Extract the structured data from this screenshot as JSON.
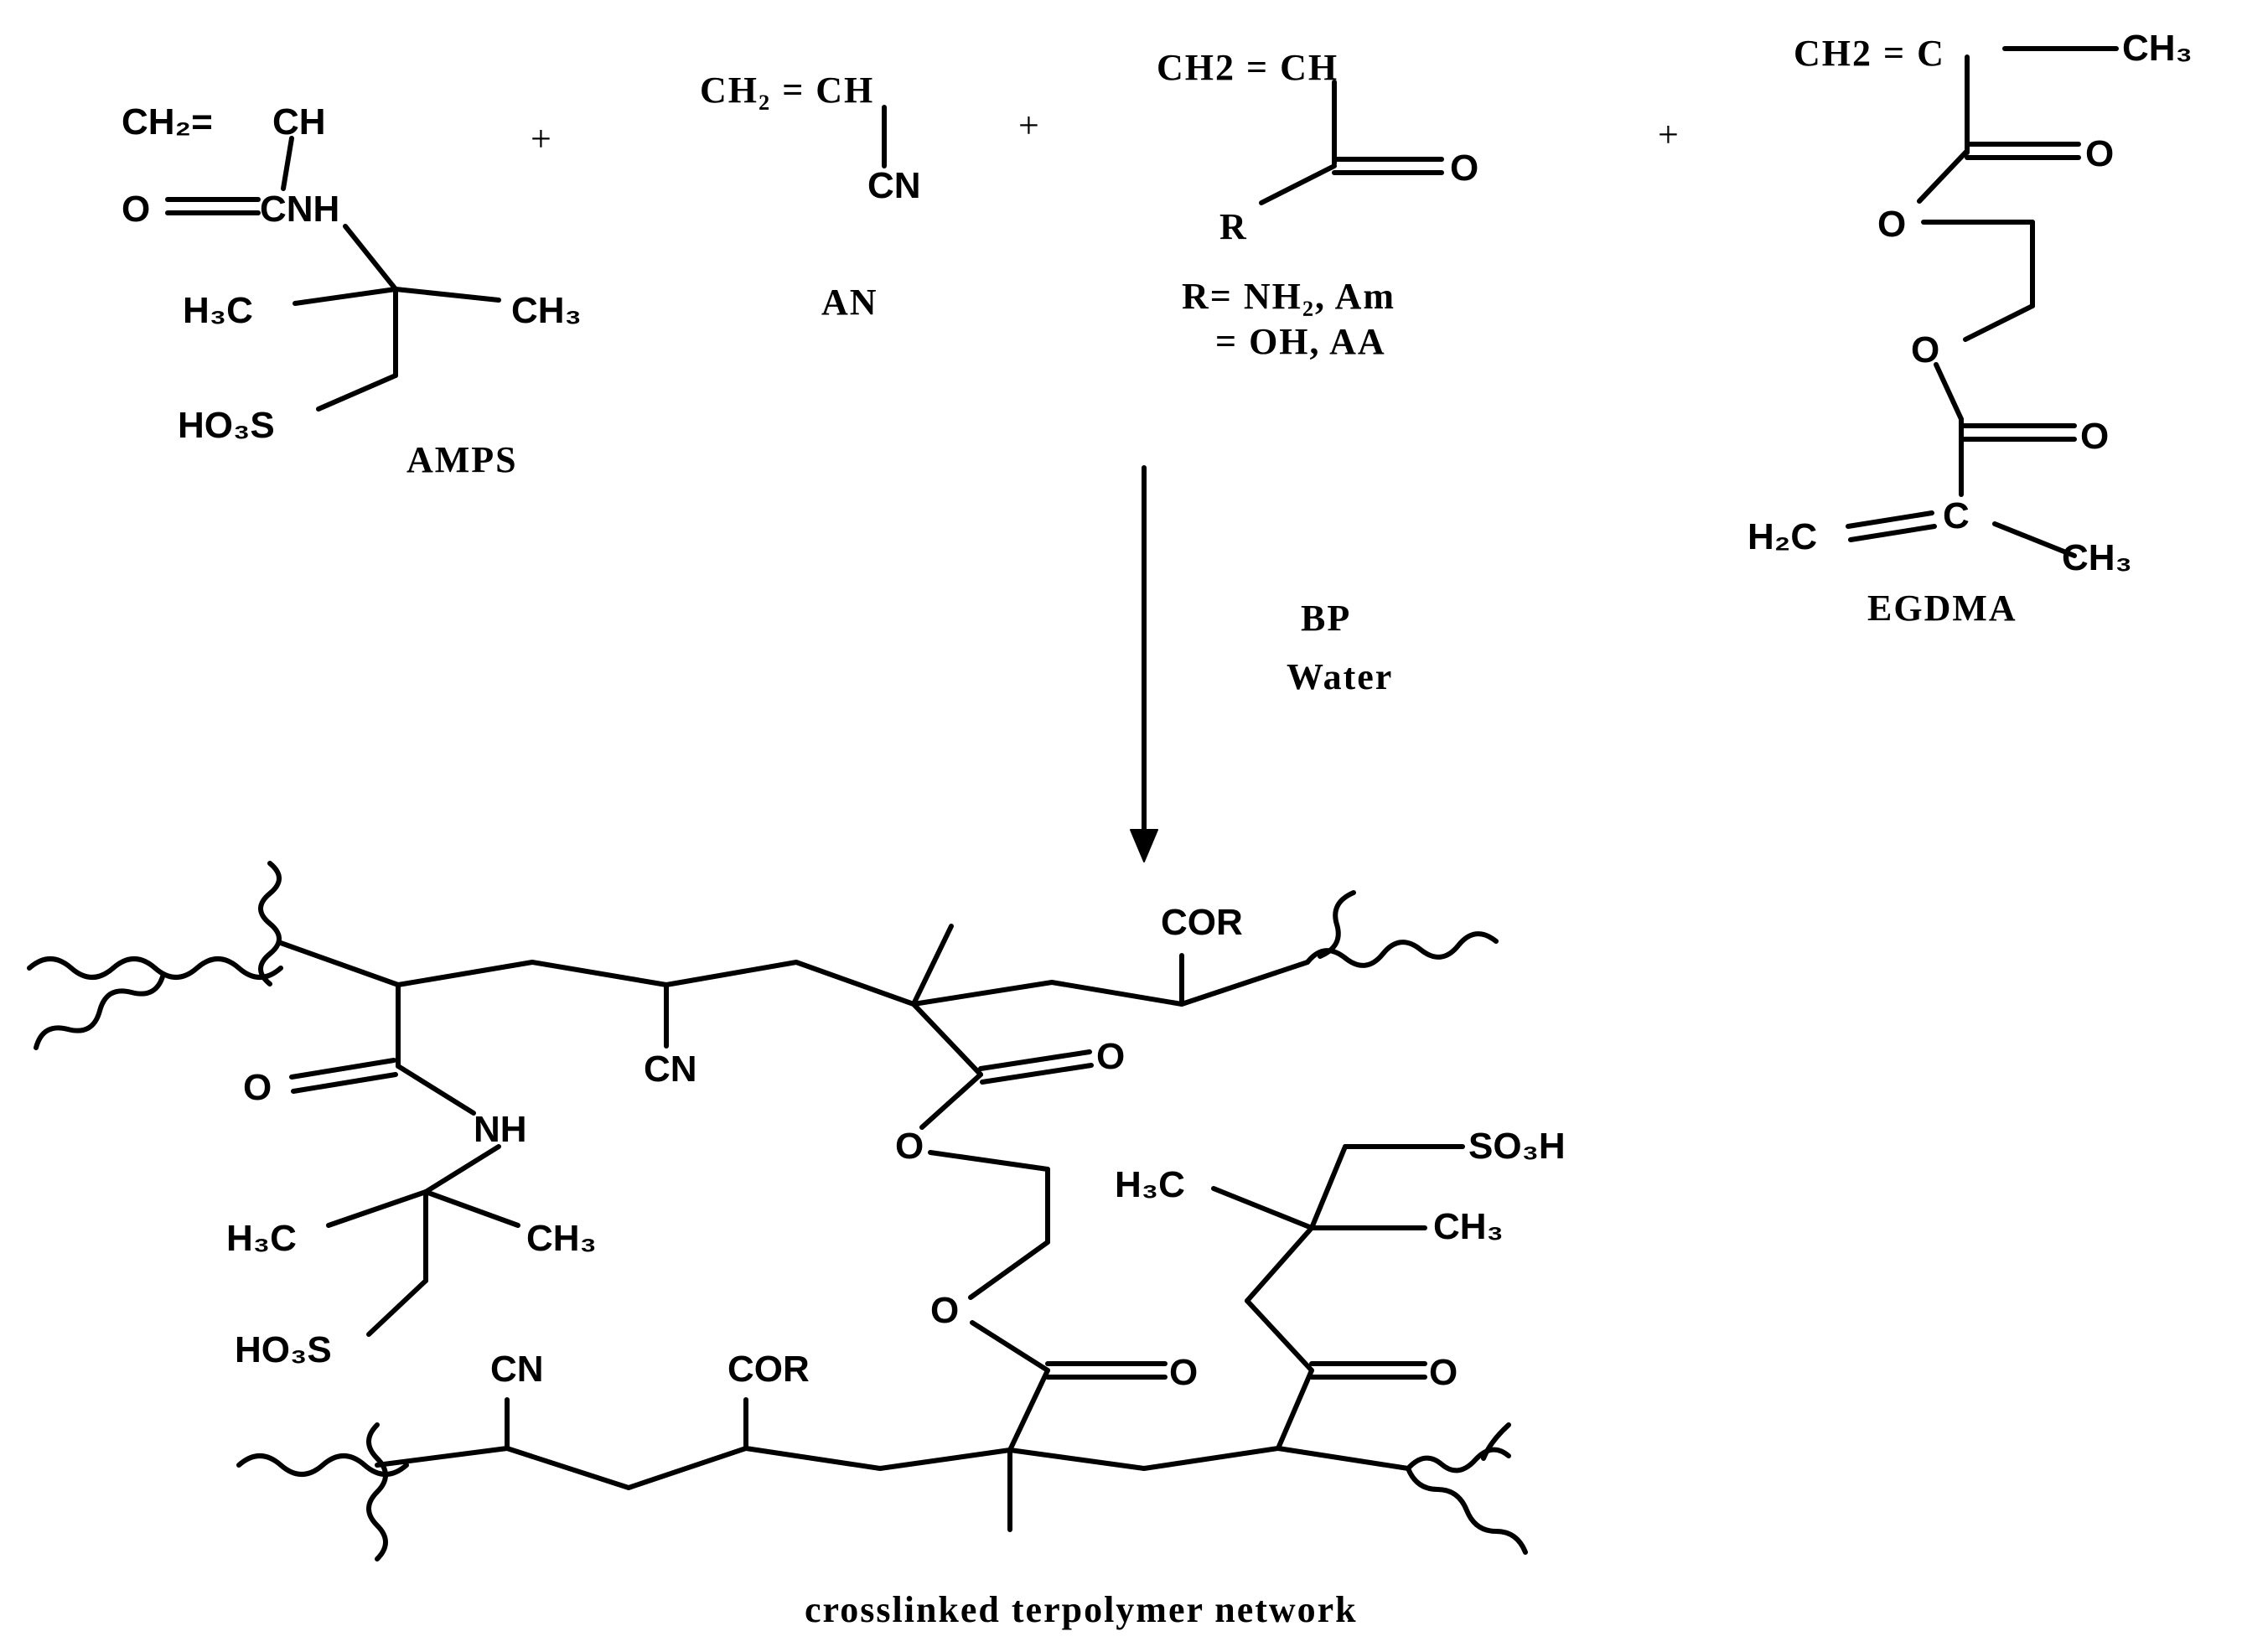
{
  "reactants": {
    "amps": {
      "ch2": "CH₂=",
      "ch": "CH",
      "o": "O",
      "cnh": "CNH",
      "h3c": "H₃C",
      "ch3": "CH₃",
      "ho3s": "HO₃S",
      "name": "AMPS"
    },
    "plus": "+",
    "an": {
      "ch2": "CH₂ = CH",
      "cn": "CN",
      "name": "AN"
    },
    "acryl": {
      "ch2": "CH2 = CH",
      "o": "O",
      "r": "R",
      "def1": "R= NH₂, Am",
      "def2": "= OH, AA"
    },
    "egdma": {
      "top": "CH2 = C",
      "ch3_top": "CH₃",
      "o1": "O",
      "o2": "O",
      "o3": "O",
      "o4": "O",
      "h2c": "H₂C",
      "c": "C",
      "ch3_bot": "CH₃",
      "name": "EGDMA"
    }
  },
  "conditions": {
    "initiator": "BP",
    "solvent": "Water"
  },
  "product": {
    "cor1": "COR",
    "cn1": "CN",
    "o_amide": "O",
    "nh": "NH",
    "h3c_1": "H₃C",
    "ch3_1": "CH₃",
    "ho3s": "HO₃S",
    "o_ester1": "O",
    "o_link1": "O",
    "o_link2": "O",
    "o_ester2": "O",
    "h3c_2": "H₃C",
    "ch3_2": "CH₃",
    "so3h": "SO₃H",
    "o_ketone": "O",
    "cn2": "CN",
    "cor2": "COR",
    "caption": "crosslinked terpolymer network"
  }
}
